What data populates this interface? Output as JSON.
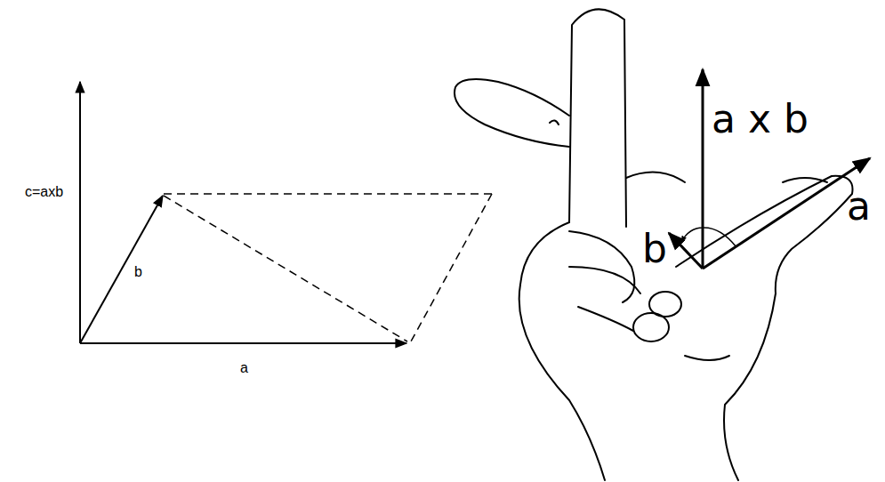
{
  "diagram": {
    "labels": [
      "c=axb",
      "b",
      "a",
      "a x b",
      "b",
      "a"
    ]
  }
}
